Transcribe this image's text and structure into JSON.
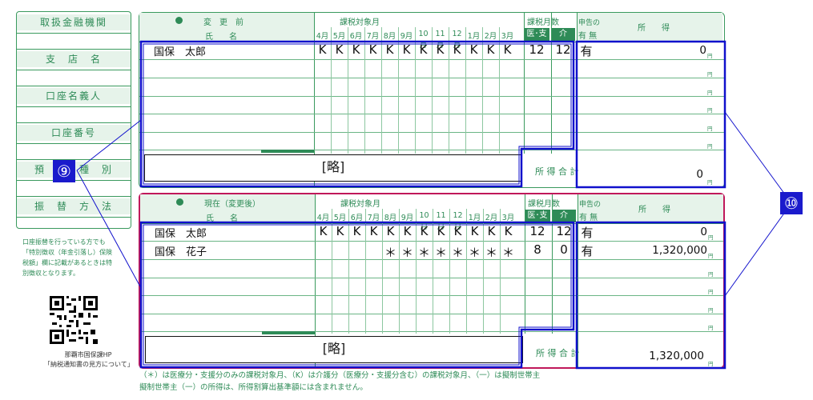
{
  "bank_panel": {
    "labels": [
      "取扱金融機関",
      "支　店　名",
      "口座名義人",
      "口座番号",
      "預　金　種　別",
      "振　替　方　法"
    ]
  },
  "left_note": [
    "口座振替を行っている方でも",
    "「特別徴収（年金引落し）保険",
    "税額」欄に記載があるときは特",
    "別徴収となります。"
  ],
  "qr_caption": [
    "那覇市国保課HP",
    "「納税通知書の見方について」"
  ],
  "months": [
    "4月",
    "5月",
    "6月",
    "7月",
    "8月",
    "9月",
    "10月",
    "11月",
    "12月",
    "1月",
    "2月",
    "3月"
  ],
  "before": {
    "section_label": "変　更　前",
    "name_header": "氏　　名",
    "period_header": "課税対象月",
    "count_header": "課税月数",
    "med_header": "医･支",
    "care_header": "介",
    "decl_header_1": "申告の",
    "decl_header_2": "有 無",
    "income_header": "所　　得",
    "rows": [
      {
        "name": "国保　太郎",
        "marks": [
          "K",
          "K",
          "K",
          "K",
          "K",
          "K",
          "K",
          "K",
          "K",
          "K",
          "K",
          "K"
        ],
        "med": "12",
        "care": "12",
        "decl": "有",
        "income": "0"
      }
    ],
    "total_label": "所 得 合 計",
    "total_value": "0",
    "omitted": "[略]"
  },
  "after": {
    "section_label": "現在（変更後）",
    "name_header": "氏　　名",
    "period_header": "課税対象月",
    "count_header": "課税月数",
    "med_header": "医･支",
    "care_header": "介",
    "decl_header_1": "申告の",
    "decl_header_2": "有 無",
    "income_header": "所　　得",
    "rows": [
      {
        "name": "国保　太郎",
        "marks": [
          "K",
          "K",
          "K",
          "K",
          "K",
          "K",
          "K",
          "K",
          "K",
          "K",
          "K",
          "K"
        ],
        "med": "12",
        "care": "12",
        "decl": "有",
        "income": "0"
      },
      {
        "name": "国保　花子",
        "marks": [
          "",
          "",
          "",
          "",
          "＊",
          "＊",
          "＊",
          "＊",
          "＊",
          "＊",
          "＊",
          "＊"
        ],
        "med": "8",
        "care": "0",
        "decl": "有",
        "income": "1,320,000"
      }
    ],
    "total_label": "所 得 合 計",
    "total_value": "1,320,000",
    "omitted": "[略]"
  },
  "yen": "円",
  "callouts": {
    "nine": "⑨",
    "ten": "⑩"
  },
  "footnote": [
    "（＊）は医療分・支援分のみの課税対象月、（K）は介護分（医療分・支援分含む）の課税対象月、（一）は擬制世帯主",
    "擬制世帯主（一）の所得は、所得割算出基準額には含まれません。"
  ],
  "colors": {
    "accent_green": "#2e8b57",
    "callout_blue": "#1010cc",
    "after_border": "#c0185a"
  }
}
